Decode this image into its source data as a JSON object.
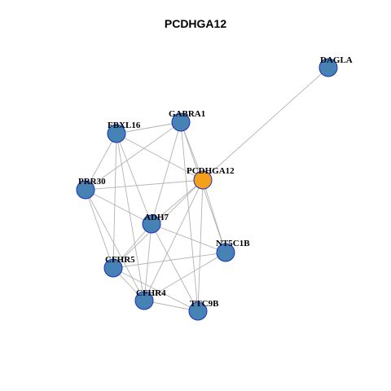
{
  "title": "PCDHGA12",
  "colors": {
    "default_node": "#4682b4",
    "center_node": "#f5a01a",
    "node_border": "#1a2fbf",
    "edge": "#b3b3b3"
  },
  "nodes": [
    {
      "id": "DAGLA",
      "label": "DAGLA",
      "type": "default"
    },
    {
      "id": "GABRA1",
      "label": "GABRA1",
      "type": "default"
    },
    {
      "id": "FBXL16",
      "label": "FBXL16",
      "type": "default"
    },
    {
      "id": "PCDHGA12",
      "label": "PCDHGA12",
      "type": "center"
    },
    {
      "id": "PRR30",
      "label": "PRR30",
      "type": "default"
    },
    {
      "id": "ADH7",
      "label": "ADH7",
      "type": "default"
    },
    {
      "id": "NT5C1B",
      "label": "NT5C1B",
      "type": "default"
    },
    {
      "id": "CFHR5",
      "label": "CFHR5",
      "type": "default"
    },
    {
      "id": "CFHR4",
      "label": "CFHR4",
      "type": "default"
    },
    {
      "id": "TTC9B",
      "label": "TTC9B",
      "type": "default"
    }
  ],
  "edges": [
    [
      "DAGLA",
      "PCDHGA12"
    ],
    [
      "GABRA1",
      "FBXL16"
    ],
    [
      "GABRA1",
      "PRR30"
    ],
    [
      "GABRA1",
      "PCDHGA12"
    ],
    [
      "GABRA1",
      "ADH7"
    ],
    [
      "GABRA1",
      "NT5C1B"
    ],
    [
      "GABRA1",
      "TTC9B"
    ],
    [
      "FBXL16",
      "PRR30"
    ],
    [
      "FBXL16",
      "PCDHGA12"
    ],
    [
      "FBXL16",
      "ADH7"
    ],
    [
      "FBXL16",
      "CFHR5"
    ],
    [
      "FBXL16",
      "CFHR4"
    ],
    [
      "PCDHGA12",
      "PRR30"
    ],
    [
      "PCDHGA12",
      "ADH7"
    ],
    [
      "PCDHGA12",
      "NT5C1B"
    ],
    [
      "PCDHGA12",
      "CFHR5"
    ],
    [
      "PCDHGA12",
      "CFHR4"
    ],
    [
      "PCDHGA12",
      "TTC9B"
    ],
    [
      "PRR30",
      "ADH7"
    ],
    [
      "PRR30",
      "CFHR5"
    ],
    [
      "PRR30",
      "CFHR4"
    ],
    [
      "ADH7",
      "NT5C1B"
    ],
    [
      "ADH7",
      "CFHR5"
    ],
    [
      "ADH7",
      "CFHR4"
    ],
    [
      "ADH7",
      "TTC9B"
    ],
    [
      "NT5C1B",
      "CFHR5"
    ],
    [
      "NT5C1B",
      "CFHR4"
    ],
    [
      "CFHR5",
      "CFHR4"
    ],
    [
      "CFHR5",
      "TTC9B"
    ],
    [
      "CFHR4",
      "TTC9B"
    ]
  ]
}
